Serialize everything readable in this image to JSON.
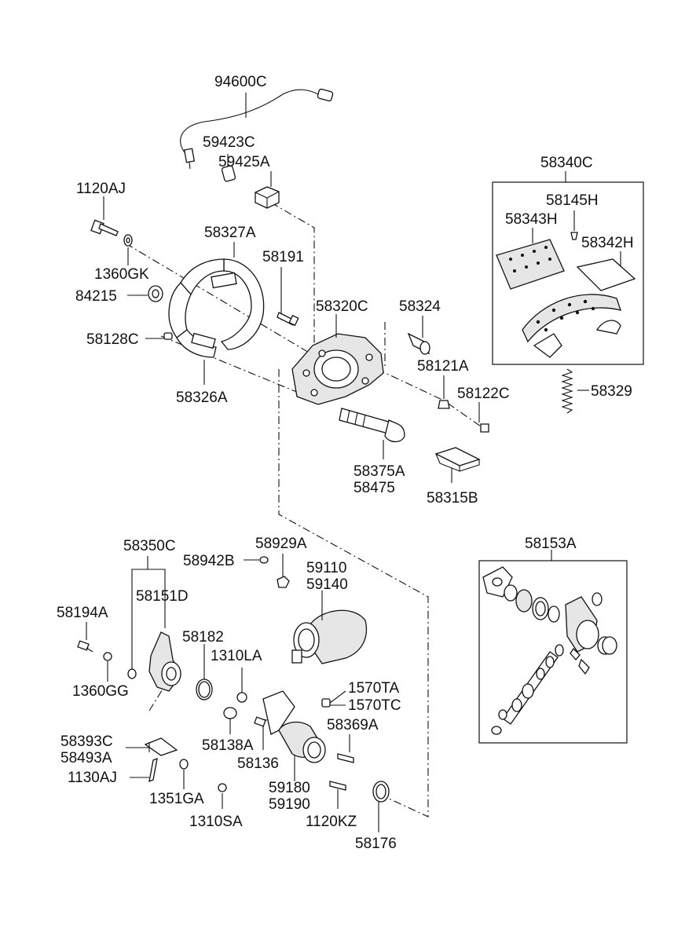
{
  "labels": {
    "l94600C": "94600C",
    "l59423C": "59423C",
    "l59425A": "59425A",
    "l58340C": "58340C",
    "l58145H": "58145H",
    "l58343H": "58343H",
    "l58342H": "58342H",
    "l1120AJ": "1120AJ",
    "l58327A": "58327A",
    "l58191": "58191",
    "l1360GK": "1360GK",
    "l84215": "84215",
    "l58320C": "58320C",
    "l58324": "58324",
    "l58128C": "58128C",
    "l58121A": "58121A",
    "l58326A": "58326A",
    "l58122C": "58122C",
    "l58329": "58329",
    "l58375A": "58375A",
    "l58475": "58475",
    "l58315B": "58315B",
    "l58350C": "58350C",
    "l58929A": "58929A",
    "l58153A": "58153A",
    "l58942B": "58942B",
    "l59110": "59110",
    "l59140": "59140",
    "l58151D": "58151D",
    "l58194A": "58194A",
    "l58182": "58182",
    "l1310LA": "1310LA",
    "l1360GG": "1360GG",
    "l1570TA": "1570TA",
    "l1570TC": "1570TC",
    "l58369A": "58369A",
    "l58393C": "58393C",
    "l58493A": "58493A",
    "l58138A": "58138A",
    "l58136": "58136",
    "l1130AJ": "1130AJ",
    "l59180": "59180",
    "l59190": "59190",
    "l1351GA": "1351GA",
    "l1310SA": "1310SA",
    "l1120KZ": "1120KZ",
    "l58176": "58176"
  }
}
